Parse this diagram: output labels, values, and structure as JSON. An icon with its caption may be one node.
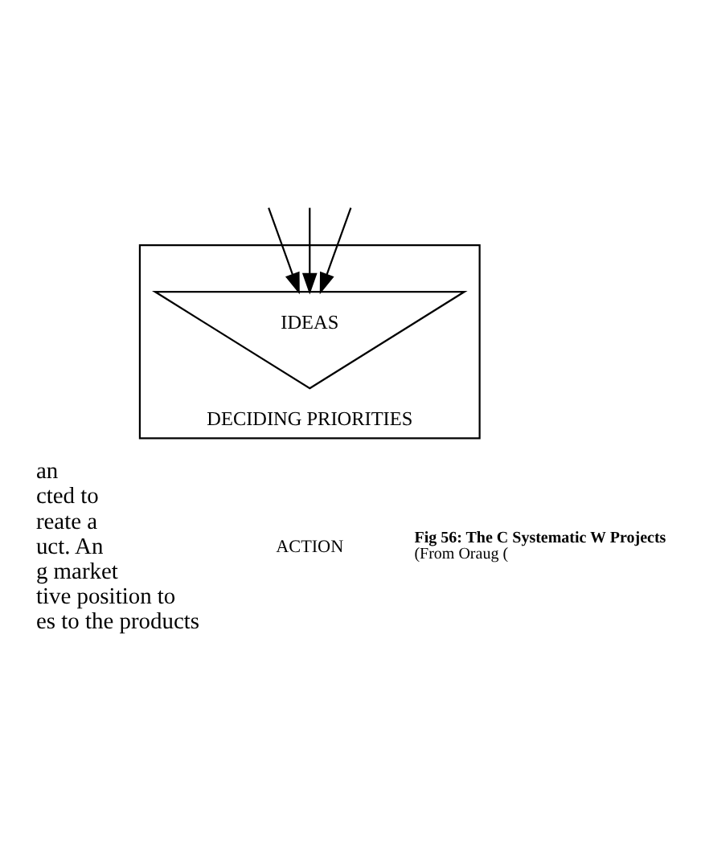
{
  "diagram": {
    "nodes": [
      {
        "text": [
          "DECIDING PRIORITIES"
        ]
      },
      {
        "text": [
          "IDEAS"
        ],
        "in": 0
      }
    ],
    "edges": [
      {
        "from": null,
        "to": 1,
        "arrow": "to"
      },
      {
        "from": null,
        "to": 1,
        "arrow": "to"
      },
      {
        "from": null,
        "to": 1,
        "arrow": "to"
      }
    ],
    "labels": [
      "an",
      "cted to",
      "reate a",
      "uct. An",
      "g market",
      "tive position to",
      "es to the products",
      "ACTION",
      "Fig 56: The C Systematic W Projects",
      "(From Oraug ("
    ]
  }
}
